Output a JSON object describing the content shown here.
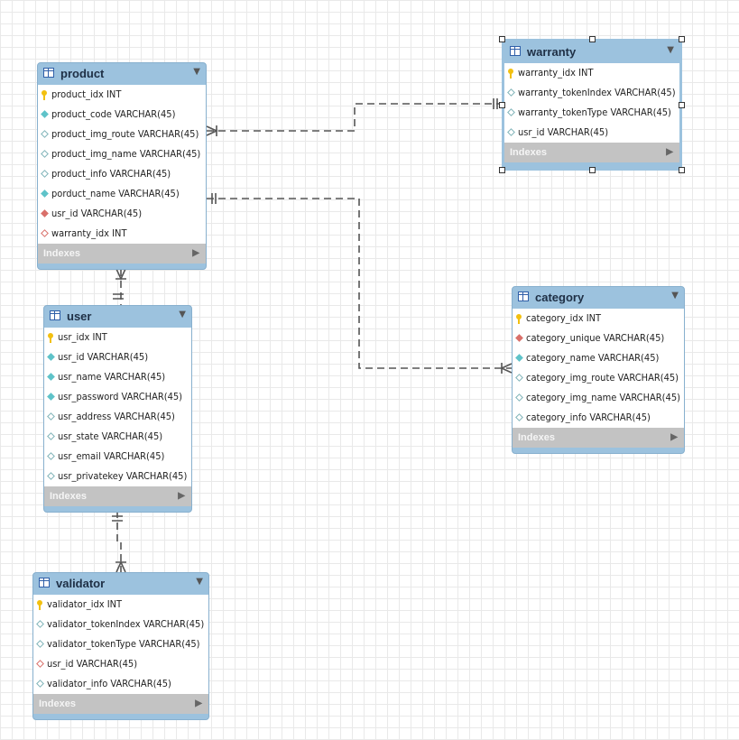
{
  "colors": {
    "header": "#9cc2de",
    "border": "#88b0ce",
    "indexes_bar": "#c3c3c3",
    "connector": "#555555",
    "pk_key": "#f2c010",
    "fk_column": "#d9706a",
    "col_filled": "#5fc3c9",
    "col_hollow": "#7fb3b8"
  },
  "tables": {
    "product": {
      "name": "product",
      "columns": [
        {
          "text": "product_idx INT",
          "icon": "pk-key-icon"
        },
        {
          "text": "product_code VARCHAR(45)",
          "icon": "column-filled-diamond-icon"
        },
        {
          "text": "product_img_route VARCHAR(45)",
          "icon": "column-hollow-diamond-icon"
        },
        {
          "text": "product_img_name VARCHAR(45)",
          "icon": "column-hollow-diamond-icon"
        },
        {
          "text": "product_info VARCHAR(45)",
          "icon": "column-hollow-diamond-icon"
        },
        {
          "text": "porduct_name VARCHAR(45)",
          "icon": "column-filled-diamond-icon"
        },
        {
          "text": "usr_id VARCHAR(45)",
          "icon": "fk-diamond-icon"
        },
        {
          "text": "warranty_idx INT",
          "icon": "fk-hollow-diamond-icon"
        }
      ],
      "indexes_label": "Indexes"
    },
    "warranty": {
      "name": "warranty",
      "columns": [
        {
          "text": "warranty_idx INT",
          "icon": "pk-key-icon"
        },
        {
          "text": "warranty_tokenIndex VARCHAR(45)",
          "icon": "column-hollow-diamond-icon"
        },
        {
          "text": "warranty_tokenType VARCHAR(45)",
          "icon": "column-hollow-diamond-icon"
        },
        {
          "text": "usr_id VARCHAR(45)",
          "icon": "column-hollow-diamond-icon"
        }
      ],
      "indexes_label": "Indexes"
    },
    "user": {
      "name": "user",
      "columns": [
        {
          "text": "usr_idx INT",
          "icon": "pk-key-icon"
        },
        {
          "text": "usr_id VARCHAR(45)",
          "icon": "column-filled-diamond-icon"
        },
        {
          "text": "usr_name VARCHAR(45)",
          "icon": "column-filled-diamond-icon"
        },
        {
          "text": "usr_password VARCHAR(45)",
          "icon": "column-filled-diamond-icon"
        },
        {
          "text": "usr_address VARCHAR(45)",
          "icon": "column-hollow-diamond-icon"
        },
        {
          "text": "usr_state VARCHAR(45)",
          "icon": "column-hollow-diamond-icon"
        },
        {
          "text": "usr_email VARCHAR(45)",
          "icon": "column-hollow-diamond-icon"
        },
        {
          "text": "usr_privatekey VARCHAR(45)",
          "icon": "column-hollow-diamond-icon"
        }
      ],
      "indexes_label": "Indexes"
    },
    "category": {
      "name": "category",
      "columns": [
        {
          "text": "category_idx INT",
          "icon": "pk-key-icon"
        },
        {
          "text": "category_unique VARCHAR(45)",
          "icon": "fk-diamond-icon"
        },
        {
          "text": "category_name VARCHAR(45)",
          "icon": "column-filled-diamond-icon"
        },
        {
          "text": "category_img_route VARCHAR(45)",
          "icon": "column-hollow-diamond-icon"
        },
        {
          "text": "category_img_name VARCHAR(45)",
          "icon": "column-hollow-diamond-icon"
        },
        {
          "text": "category_info VARCHAR(45)",
          "icon": "column-hollow-diamond-icon"
        }
      ],
      "indexes_label": "Indexes"
    },
    "validator": {
      "name": "validator",
      "columns": [
        {
          "text": "validator_idx INT",
          "icon": "pk-key-icon"
        },
        {
          "text": "validator_tokenIndex VARCHAR(45)",
          "icon": "column-hollow-diamond-icon"
        },
        {
          "text": "validator_tokenType VARCHAR(45)",
          "icon": "column-hollow-diamond-icon"
        },
        {
          "text": "usr_id VARCHAR(45)",
          "icon": "fk-hollow-diamond-icon"
        },
        {
          "text": "validator_info VARCHAR(45)",
          "icon": "column-hollow-diamond-icon"
        }
      ],
      "indexes_label": "Indexes"
    }
  },
  "relationships": [
    {
      "from": "product",
      "to": "warranty",
      "from_end": "one-to-many",
      "to_end": "one"
    },
    {
      "from": "product",
      "to": "category",
      "from_end": "one",
      "to_end": "many"
    },
    {
      "from": "product",
      "to": "user",
      "from_end": "many",
      "to_end": "one"
    },
    {
      "from": "user",
      "to": "validator",
      "from_end": "one",
      "to_end": "many"
    }
  ],
  "selected_table": "warranty"
}
